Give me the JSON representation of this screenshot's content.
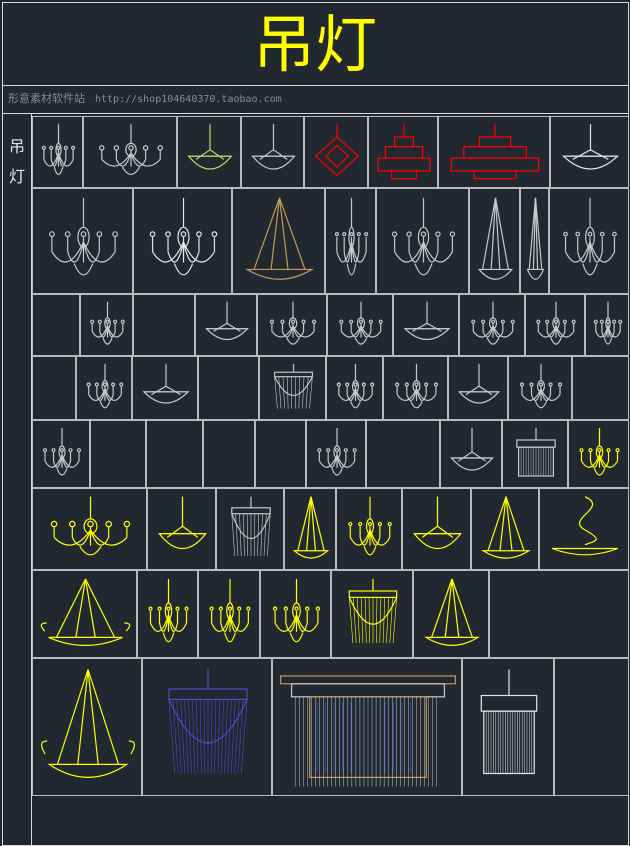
{
  "title": "吊灯",
  "subtitle": {
    "shop_name": "形意素材软件站",
    "url": "http://shop104640370.taobao.com"
  },
  "side_label": "吊灯",
  "colors": {
    "background": "#212830",
    "grid": "#b9b9b9",
    "title": "#ffff00",
    "lamp_gray": "#c8c8c8",
    "lamp_white": "#e6e6e6",
    "lamp_yellow": "#ffff00",
    "lamp_red": "#ff0000",
    "lamp_green": "#b8d870",
    "lamp_brown": "#c49a5a",
    "lamp_blue": "#4a4acc"
  },
  "icon_legend": {
    "chandelier": "candle-arm-chandelier-icon",
    "bowl": "bowl-pendant-icon",
    "cone": "cone-pendant-icon",
    "crystal": "crystal-drum-pendant-icon",
    "drum": "drum-shade-pendant-icon",
    "tiered": "tiered-square-pendant-icon",
    "spiral": "spiral-pendant-icon",
    "diamond": "diamond-pendant-icon",
    "curtain": "curtain-rect-pendant-icon"
  }
}
